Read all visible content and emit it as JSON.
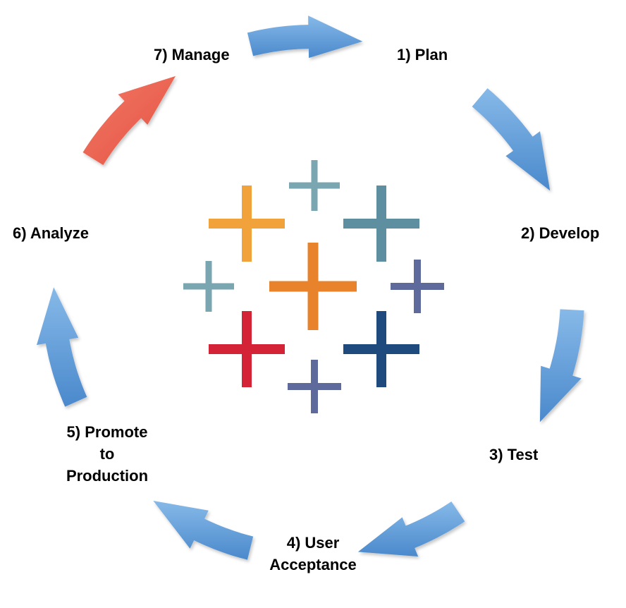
{
  "stages": [
    {
      "id": "plan",
      "lines": [
        "1) Plan"
      ]
    },
    {
      "id": "develop",
      "lines": [
        "2) Develop"
      ]
    },
    {
      "id": "test",
      "lines": [
        "3) Test"
      ]
    },
    {
      "id": "user-acceptance",
      "lines": [
        "4) User",
        "Acceptance"
      ]
    },
    {
      "id": "promote",
      "lines": [
        "5) Promote",
        "to",
        "Production"
      ]
    },
    {
      "id": "analyze",
      "lines": [
        "6) Analyze"
      ]
    },
    {
      "id": "manage",
      "lines": [
        "7) Manage"
      ]
    }
  ],
  "colors": {
    "arrow_blue": "#5B9BD5",
    "arrow_blue_light": "#7FB2E3",
    "arrow_red": "#F0604F",
    "logo_orange": "#E8822B",
    "logo_light_orange": "#F2A23A",
    "logo_teal": "#5E8FA0",
    "logo_light_teal": "#79A6B0",
    "logo_purple": "#5D6A9B",
    "logo_red": "#D42336",
    "logo_navy": "#1F4A7E"
  },
  "logo_icon": "tableau-logo-icon"
}
